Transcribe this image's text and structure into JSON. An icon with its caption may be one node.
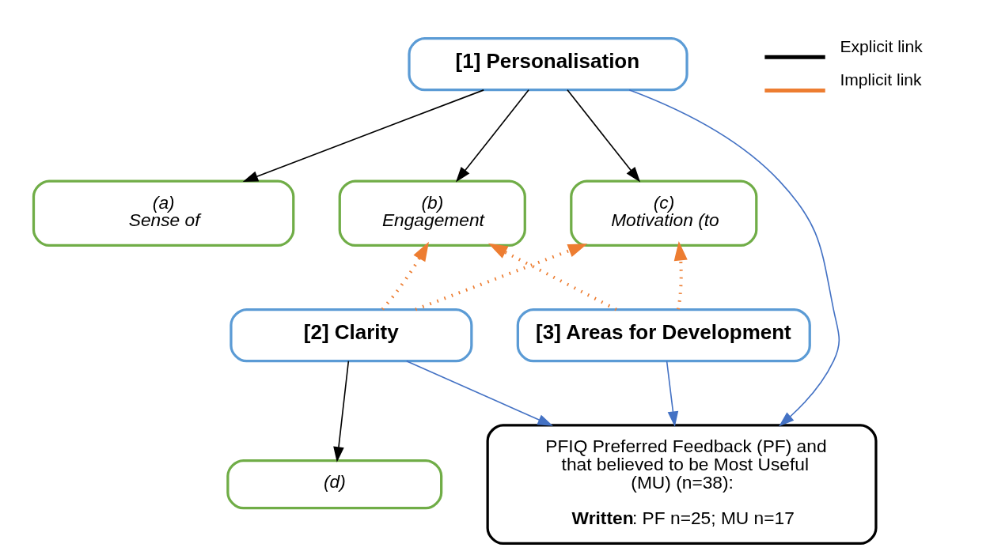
{
  "diagram": {
    "nodes": [
      {
        "text": [
          "[1] Personalisation"
        ]
      },
      {
        "text": [
          "(a)",
          "Sense of"
        ]
      },
      {
        "text": [
          "(b)",
          "Engagement"
        ]
      },
      {
        "text": [
          "(c)",
          "Motivation (to"
        ]
      },
      {
        "text": [
          "PFIQ Preferred Feedback (PF) and that believed to be Most Useful (MU) (n=38):",
          "**Written**: PF n=25; MU n=17"
        ]
      },
      {
        "text": [
          "[2] Clarity"
        ]
      },
      {
        "text": [
          "[3] Areas for Development"
        ]
      },
      {
        "text": [
          "(d)"
        ]
      }
    ],
    "edges": [
      {
        "from": 0,
        "to": 4,
        "arrow": "to",
        "color": "#4472c4"
      },
      {
        "from": 0,
        "to": 1,
        "arrow": "to"
      },
      {
        "from": 0,
        "to": 2,
        "arrow": "to"
      },
      {
        "from": 0,
        "to": 3,
        "arrow": "to"
      },
      {
        "from": 6,
        "to": 3,
        "arrow": "to",
        "style": "dashed",
        "color": "#ed7d31"
      },
      {
        "from": 5,
        "to": 2,
        "arrow": "to",
        "style": "dashed",
        "color": "#ed7d31"
      },
      {
        "from": 5,
        "to": 3,
        "arrow": "to",
        "style": "dashed",
        "color": "#ed7d31"
      },
      {
        "from": 6,
        "to": 2,
        "arrow": "to",
        "style": "dashed",
        "color": "#ed7d31"
      },
      {
        "from": 5,
        "to": 4,
        "arrow": "to",
        "color": "#4472c4"
      },
      {
        "from": 5,
        "to": 7,
        "arrow": "to"
      },
      {
        "from": 6,
        "to": 4,
        "arrow": "to",
        "color": "#4472c4"
      }
    ],
    "legend": [
      {
        "text": "Explicit link"
      },
      {
        "text": "Implicit link"
      }
    ]
  }
}
